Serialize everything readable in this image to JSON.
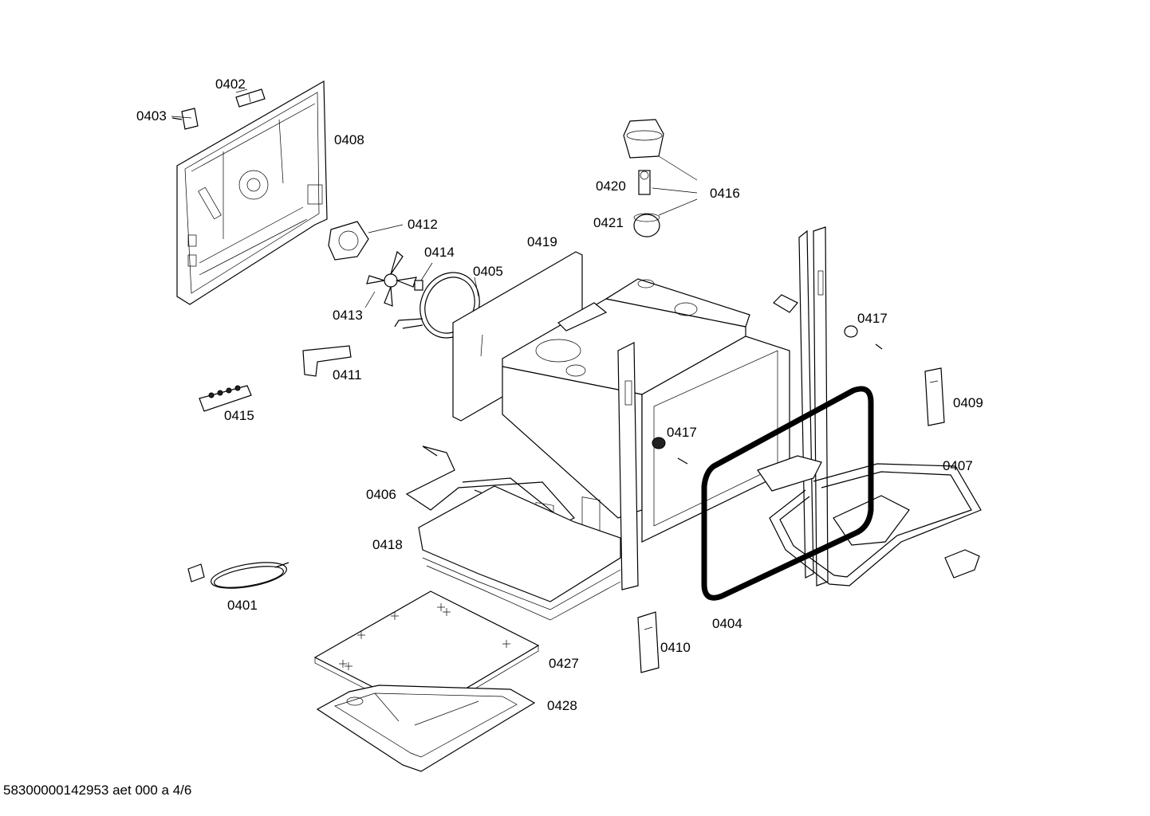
{
  "diagram": {
    "labels": {
      "p0401": "0401",
      "p0402": "0402",
      "p0403": "0403",
      "p0404": "0404",
      "p0405": "0405",
      "p0406": "0406",
      "p0407": "0407",
      "p0408": "0408",
      "p0409": "0409",
      "p0410": "0410",
      "p0411": "0411",
      "p0412": "0412",
      "p0413": "0413",
      "p0414": "0414",
      "p0415": "0415",
      "p0416": "0416",
      "p0417a": "0417",
      "p0417b": "0417",
      "p0418": "0418",
      "p0419": "0419",
      "p0420": "0420",
      "p0421": "0421",
      "p0427": "0427",
      "p0428": "0428"
    },
    "footer": "58300000142953 aet 000 a 4/6"
  }
}
